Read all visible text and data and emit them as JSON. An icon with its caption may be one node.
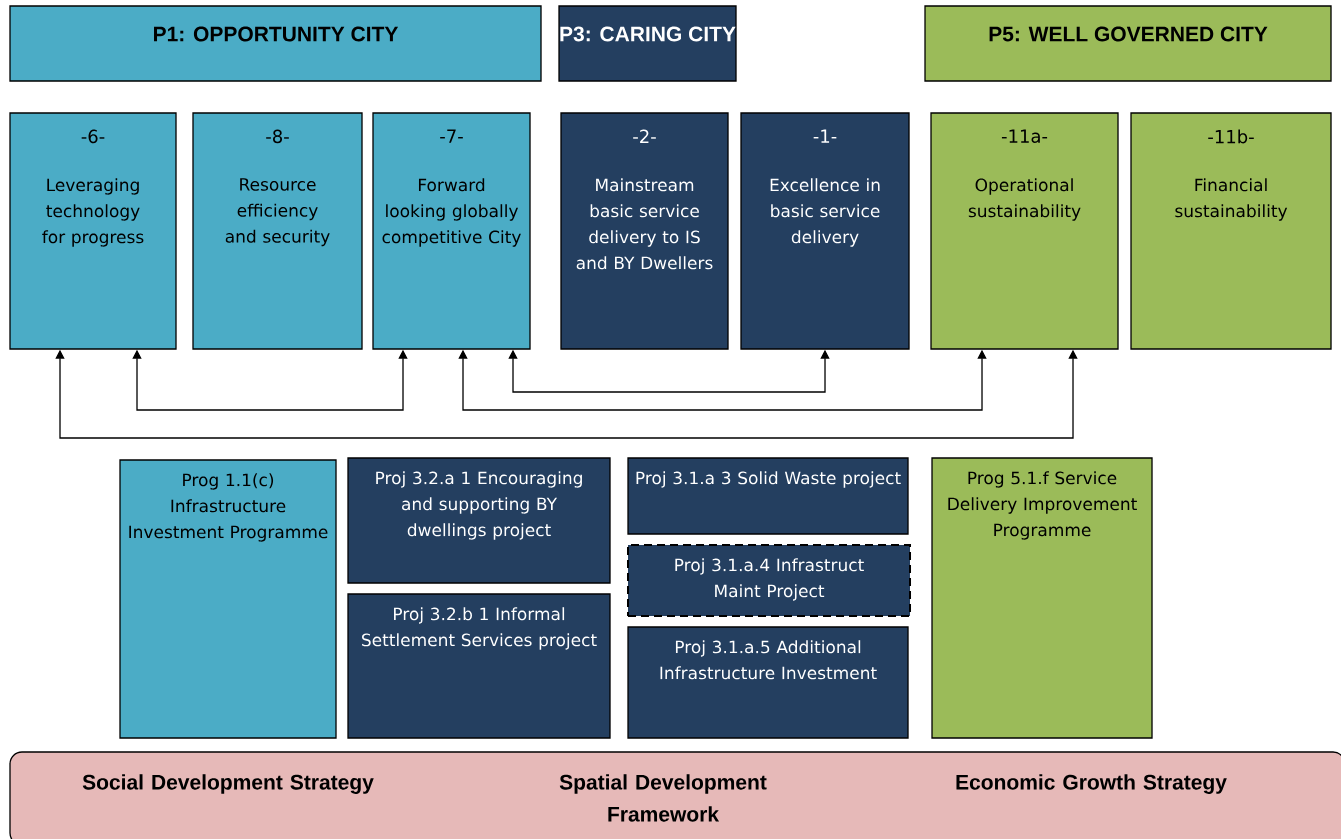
{
  "diagram": {
    "nodes": [
      {
        "text": [
          "P1: OPPORTUNITY CITY"
        ]
      },
      {
        "text": [
          "P3: CARING CITY"
        ]
      },
      {
        "text": [
          "P5: WELL GOVERNED CITY"
        ]
      },
      {
        "text": [
          "-6-",
          "Leveraging technology for progress"
        ]
      },
      {
        "text": [
          "-8-",
          "Resource efficiency and security"
        ]
      },
      {
        "text": [
          "-7-",
          "Forward looking globally competitive City"
        ]
      },
      {
        "text": [
          "-2-",
          "Mainstream basic service delivery to IS and BY Dwellers"
        ]
      },
      {
        "text": [
          "-1-",
          "Excellence in basic service delivery"
        ]
      },
      {
        "text": [
          "-11a-",
          "Operational sustainability"
        ]
      },
      {
        "text": [
          "-11b-",
          "Financial sustainability"
        ]
      },
      {
        "text": [
          "Prog 1.1(c) Infrastructure Investment Programme"
        ]
      },
      {
        "text": [
          "Proj 3.2.a 1 Encouraging and supporting BY dwellings project"
        ]
      },
      {
        "text": [
          "Proj 3.2.b 1 Informal Settlement Services project"
        ]
      },
      {
        "text": [
          "Proj 3.1.a 3 Solid Waste project"
        ]
      },
      {
        "text": [
          "Proj 3.1.a.4 Infrastruct Maint Project"
        ]
      },
      {
        "text": [
          "Proj 3.1.a.5 Additional Infrastructure Investment"
        ]
      },
      {
        "text": [
          "Prog 5.1.f Service Delivery Improvement Programme"
        ]
      },
      {
        "text": [
          "Social Development Strategy",
          "Spatial Development Framework",
          "Economic Growth Strategy"
        ]
      }
    ],
    "edges": [
      {
        "from": 3,
        "to": 5,
        "arrow": "both"
      },
      {
        "from": 5,
        "to": 7,
        "arrow": "both"
      },
      {
        "from": 5,
        "to": 8,
        "arrow": "both"
      },
      {
        "from": 3,
        "to": 8,
        "arrow": "both"
      }
    ]
  }
}
